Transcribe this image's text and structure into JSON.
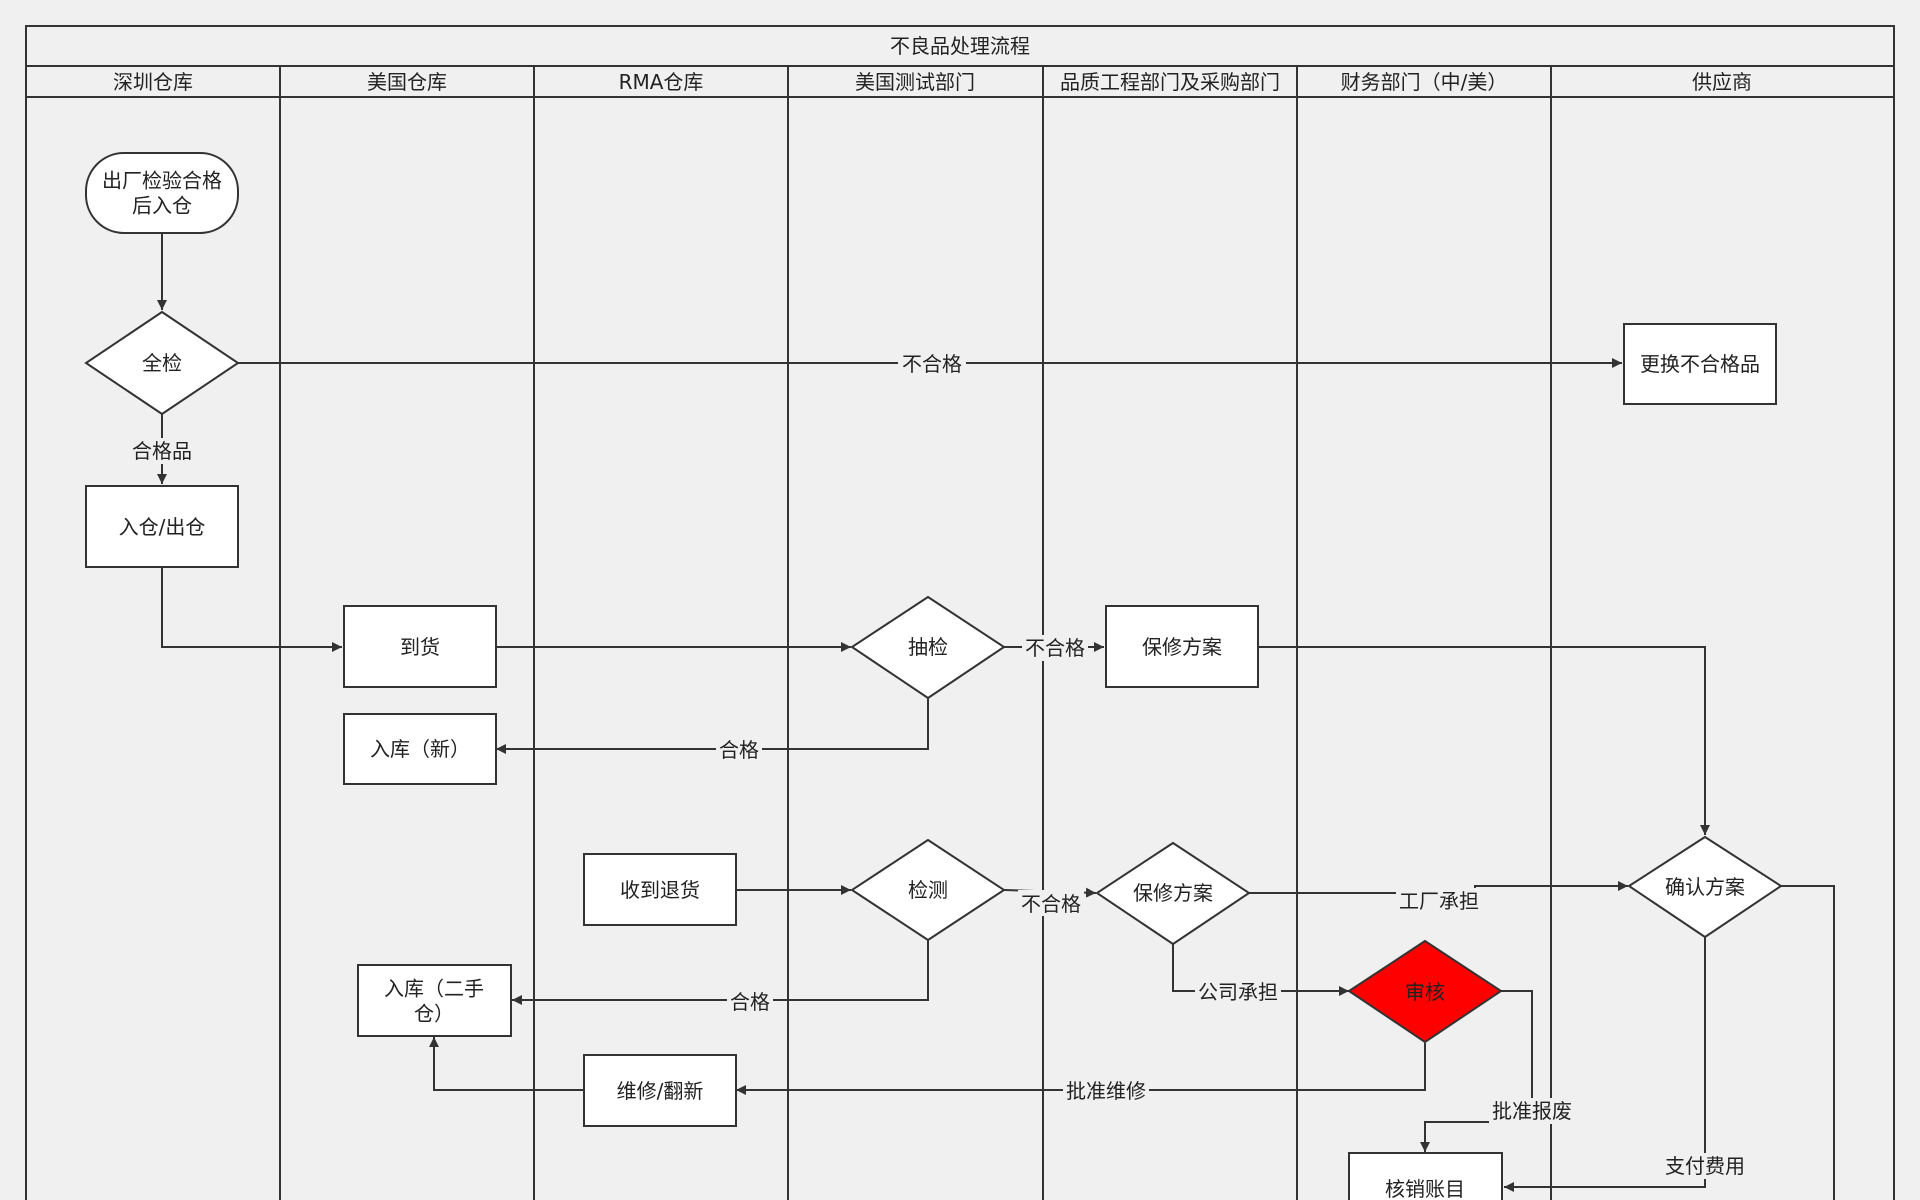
{
  "diagram": {
    "title": "不良品处理流程",
    "lanes": [
      {
        "label": "深圳仓库",
        "color": "#222222"
      },
      {
        "label": "美国仓库",
        "color": "#222222"
      },
      {
        "label": "RMA仓库",
        "color": "#222222"
      },
      {
        "label": "美国测试部门",
        "color": "#222222"
      },
      {
        "label": "品质工程部门及采购部门",
        "color": "#ff3b3b"
      },
      {
        "label": "财务部门（中/美）",
        "color": "#222222"
      },
      {
        "label": "供应商",
        "color": "#222222"
      }
    ],
    "nodes": {
      "start": {
        "lines": [
          "出厂检验合格",
          "后入仓"
        ]
      },
      "full_inspect": {
        "lines": [
          "全检"
        ]
      },
      "in_out": {
        "lines": [
          "入仓/出仓"
        ]
      },
      "replace": {
        "lines": [
          "更换不合格品"
        ]
      },
      "arrival": {
        "lines": [
          "到货"
        ]
      },
      "stock_new": {
        "lines": [
          "入库（新）"
        ]
      },
      "sample_inspect": {
        "lines": [
          "抽检"
        ]
      },
      "warranty_plan_1": {
        "lines": [
          "保修方案"
        ]
      },
      "confirm_plan": {
        "lines": [
          "确认方案"
        ]
      },
      "receive_return": {
        "lines": [
          "收到退货"
        ]
      },
      "test": {
        "lines": [
          "检测"
        ]
      },
      "warranty_plan_2": {
        "lines": [
          "保修方案"
        ]
      },
      "stock_used": {
        "lines": [
          "入库（二手",
          "仓）"
        ]
      },
      "review": {
        "lines": [
          "审核"
        ],
        "fill": "#ff0000"
      },
      "repair": {
        "lines": [
          "维修/翻新"
        ]
      },
      "writeoff": {
        "lines": [
          "核销账目"
        ]
      }
    },
    "edge_labels": {
      "unqualified_top": "不合格",
      "qualified_goods": "合格品",
      "unqualified_sample": "不合格",
      "qualified_sample": "合格",
      "unqualified_test": "不合格",
      "factory_bears": "工厂承担",
      "qualified_test": "合格",
      "company_bears": "公司承担",
      "approve_repair": "批准维修",
      "approve_scrap": "批准报废",
      "pay_fee": "支付费用"
    }
  }
}
